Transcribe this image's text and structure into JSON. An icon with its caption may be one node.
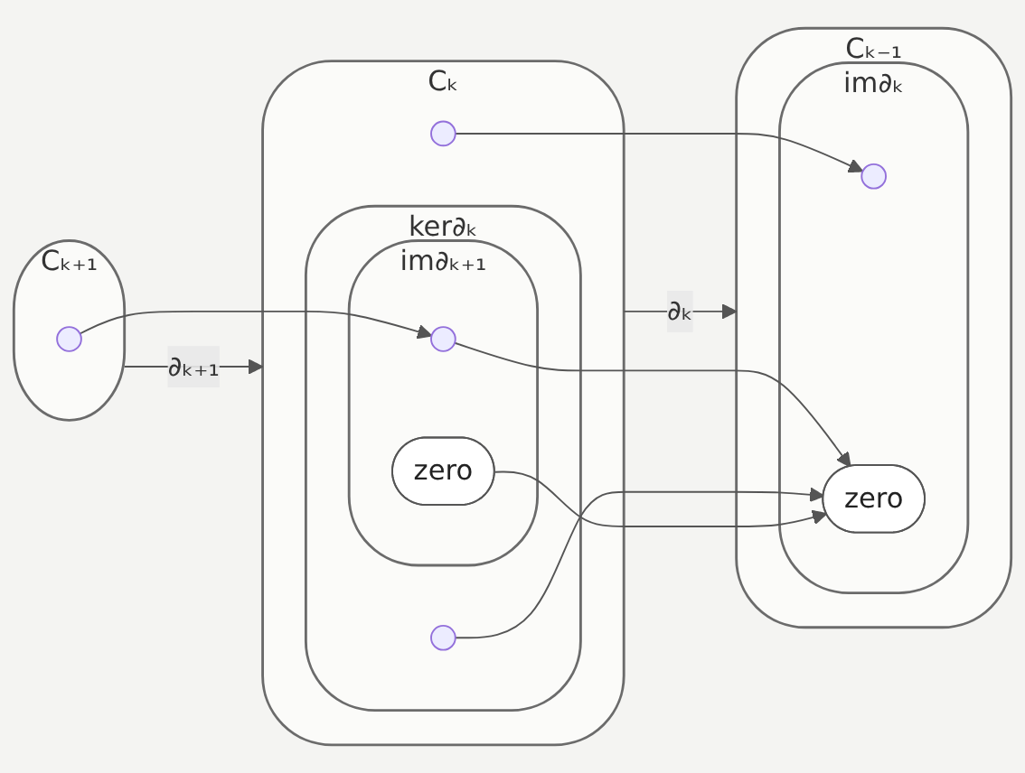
{
  "diagram": {
    "nodes": [
      {
        "text": [
          "Cₖ₊₁"
        ]
      },
      {
        "text": [],
        "shape": "circle",
        "in": 0
      },
      {
        "text": [
          "Cₖ"
        ]
      },
      {
        "text": [],
        "shape": "circle",
        "in": 2
      },
      {
        "text": [
          "ker∂ₖ"
        ],
        "in": 2
      },
      {
        "text": [],
        "shape": "circle",
        "in": 4
      },
      {
        "text": [
          "im∂ₖ₊₁"
        ],
        "in": 4
      },
      {
        "text": [],
        "shape": "circle",
        "in": 6
      },
      {
        "text": [
          "zero"
        ],
        "in": 6
      },
      {
        "text": [
          "Cₖ₋₁"
        ]
      },
      {
        "text": [
          "im∂ₖ"
        ],
        "in": 9
      },
      {
        "text": [],
        "shape": "circle",
        "in": 10
      },
      {
        "text": [
          "zero"
        ],
        "in": 10
      }
    ],
    "edges": [
      {
        "from": 0,
        "to": 2,
        "arrow": "to",
        "label": "∂ₖ₊₁"
      },
      {
        "from": 2,
        "to": 9,
        "arrow": "to",
        "label": "∂ₖ"
      },
      {
        "from": 1,
        "to": 7,
        "arrow": "to"
      },
      {
        "from": 7,
        "to": 12,
        "arrow": "to"
      },
      {
        "from": 3,
        "to": 11,
        "arrow": "to"
      },
      {
        "from": 5,
        "to": 12,
        "arrow": "to"
      },
      {
        "from": 8,
        "to": 12,
        "arrow": "to"
      }
    ]
  }
}
